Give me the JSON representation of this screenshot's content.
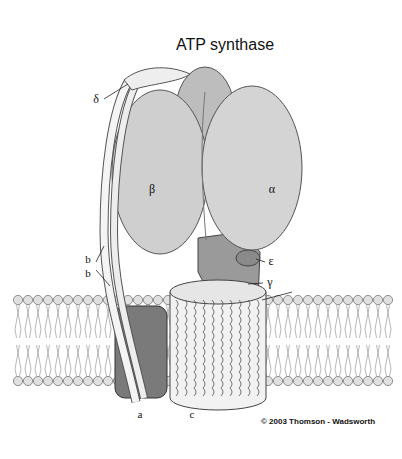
{
  "diagram": {
    "title": "ATP synthase",
    "labels": [
      "δ",
      "β",
      "α",
      "ε",
      "γ",
      "b",
      "b",
      "a",
      "c",
      "© 2003 Thomson - Wadsworth"
    ]
  }
}
